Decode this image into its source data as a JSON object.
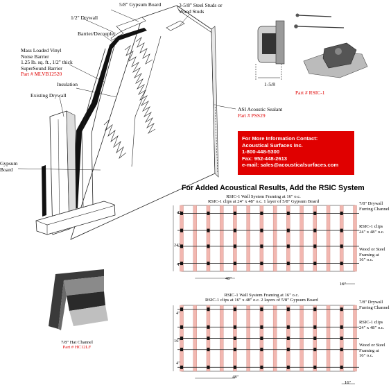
{
  "wall_diagram": {
    "gypsum_58": "5/8\" Gypsum Board",
    "drywall_12": "1/2\" Drywall",
    "studs": [
      "3-5/8\" Steel Studs or",
      "Wood Studs"
    ],
    "barrier": "Barrier/Decoupler",
    "mlv": [
      "Mass Loaded Vinyl",
      "Noise Barrier",
      "1.25 lb. sq. ft., 1/2\" thick",
      "SuperSound Barrier"
    ],
    "mlv_part": "Part # MLVB12520",
    "insulation": "Insulation",
    "existing_drywall": "Existing Drywall",
    "gypsum_board": [
      "Gypsum",
      "Board"
    ],
    "sealant": "ASI Acoustic Sealant",
    "sealant_part": "Part # PSS29"
  },
  "clip": {
    "dimension": "1-5/8",
    "part": "Part # RSIC-1"
  },
  "contact": {
    "line1": "For More Information Contact:",
    "line2": "Acoustical Surfaces Inc.",
    "line3": "1-800-448-5300",
    "line4": "Fax: 952-448-2613",
    "line5": "e-mail: sales@acousticalsurfaces.com"
  },
  "heading": "For Added Acoustical Results, Add the RSIC System",
  "hat_channel": {
    "label": "7/8\" Hat Channel",
    "part": "Part # HC12LF"
  },
  "framing_top": {
    "title": "RSIC-1 Wall System Framing at 16\" o.c.",
    "subtitle": "RSIC-1 clips at 24\" x 48\" o.c. 1 layer of 5/8\" Gypsum Board",
    "furring": [
      "7/8\" Drywall",
      "Furring Channel"
    ],
    "clips": [
      "RSIC-1 clips",
      "24\" x 48\" o.c."
    ],
    "studs": [
      "Wood or Steel",
      "Framing at",
      "16\" o.c."
    ],
    "dim_left": [
      "4\"",
      "24\"",
      "4\""
    ],
    "dim_bottom": "48\"",
    "dim_right": "16\""
  },
  "framing_bottom": {
    "title": "RSIC-1 Wall System Framing at 16\" o.c.",
    "subtitle": "RSIC-1 clips at 16\" x 48\" o.c. 2 layers of 5/8\" Gypsum Board",
    "furring": [
      "7/8\" Drywall",
      "Furring Channel"
    ],
    "clips": [
      "RSIC-1 clips",
      "24\" x 48\" o.c."
    ],
    "studs": [
      "Wood or Steel",
      "Framing at",
      "16\" o.c."
    ],
    "dim_left": [
      "4\"",
      "16\"",
      "4\""
    ],
    "dim_bottom": "48\"",
    "dim_right": "16\""
  },
  "colors": {
    "accent_red": "#e00000",
    "stud_pink": "#f2b7b0",
    "barrier_black": "#111111"
  }
}
